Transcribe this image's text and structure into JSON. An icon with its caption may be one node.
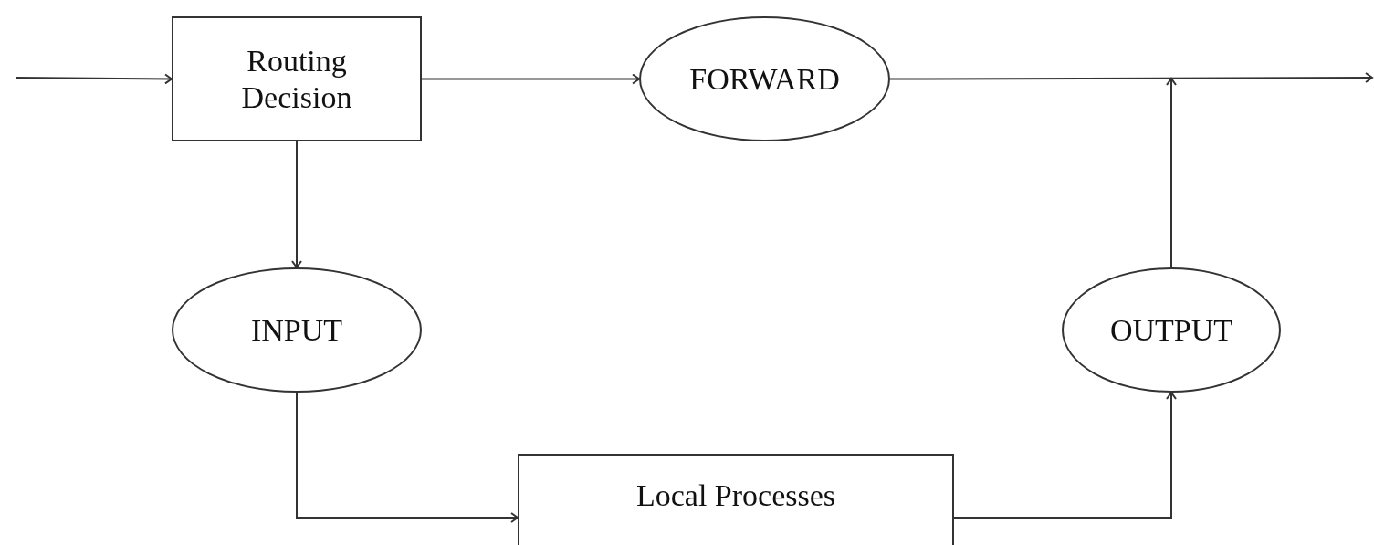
{
  "diagram": {
    "nodes": [
      {
        "text": [
          "Routing Decision"
        ]
      },
      {
        "text": [
          "FORWARD"
        ]
      },
      {
        "text": [
          "INPUT"
        ]
      },
      {
        "text": [
          "OUTPUT"
        ]
      },
      {
        "text": [
          "Local Processes"
        ]
      }
    ],
    "edges": [
      {
        "from": null,
        "to": 0,
        "arrow": "to"
      },
      {
        "from": 0,
        "to": 1,
        "arrow": "to"
      },
      {
        "from": 1,
        "to": null,
        "arrow": "to"
      },
      {
        "from": 0,
        "to": 2,
        "arrow": "to"
      },
      {
        "from": 2,
        "to": 4,
        "arrow": "to"
      },
      {
        "from": 4,
        "to": 3,
        "arrow": "to"
      },
      {
        "from": 3,
        "to": null,
        "arrow": "to"
      }
    ]
  }
}
